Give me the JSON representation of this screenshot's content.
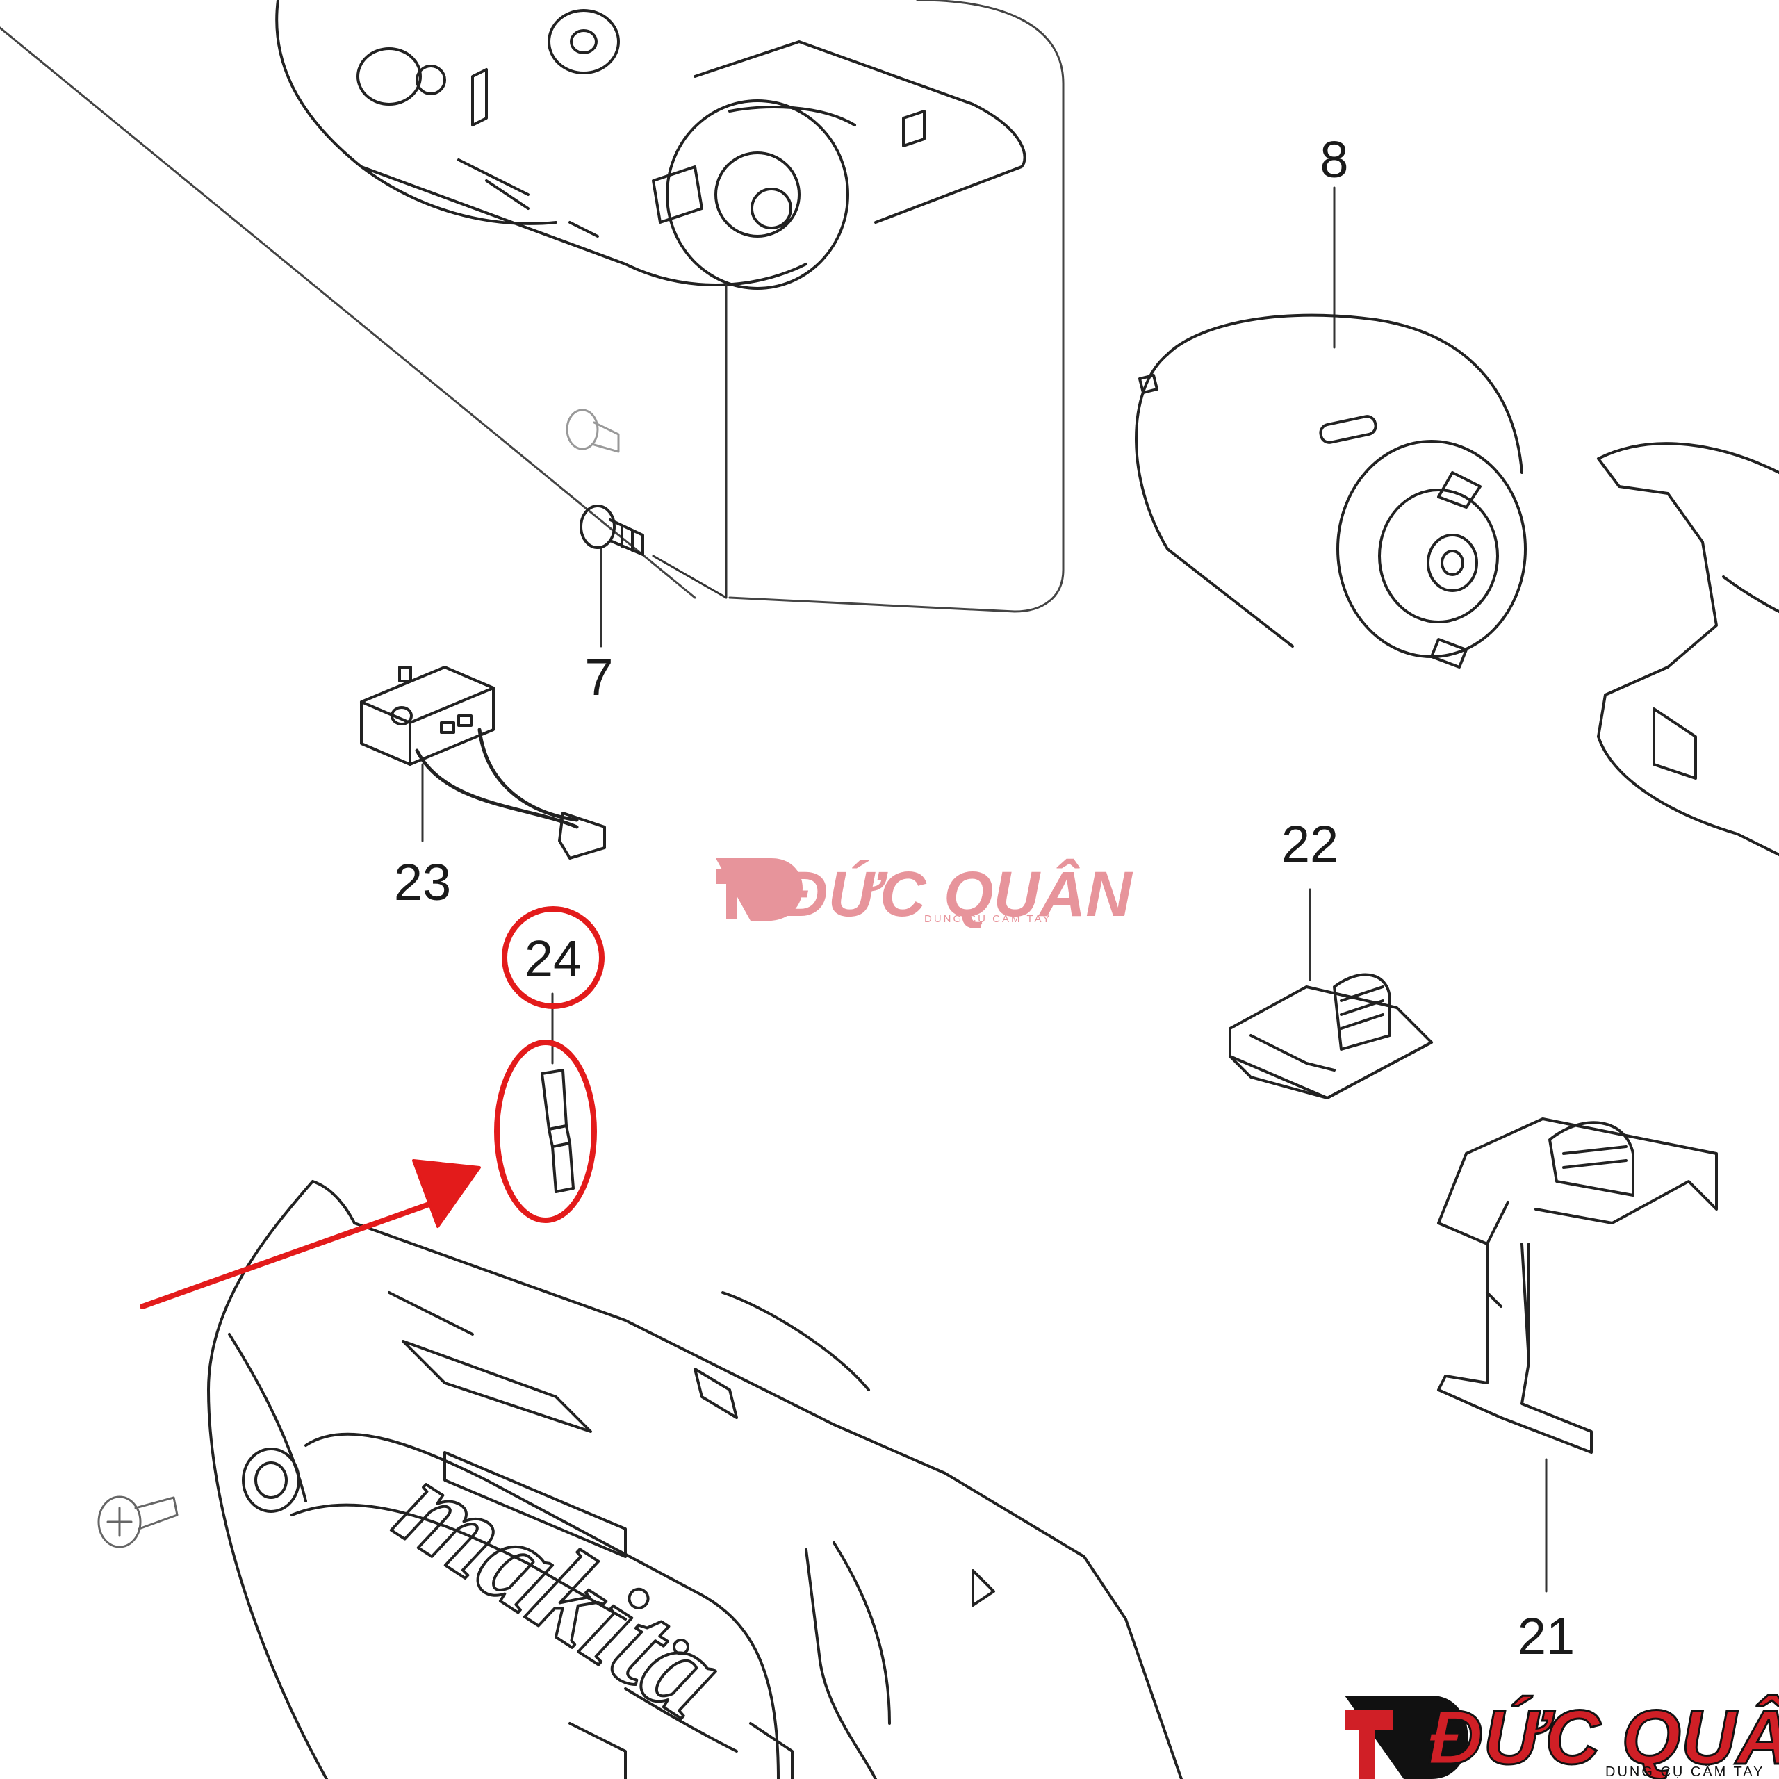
{
  "diagram": {
    "callouts": {
      "n7": "7",
      "n8": "8",
      "n21": "21",
      "n22": "22",
      "n23": "23",
      "n24": "24"
    },
    "highlight": {
      "part": "24",
      "color": "#e31b1b"
    },
    "housing_brand": "makita"
  },
  "watermark": {
    "title": "ĐỨC QUÂN",
    "subtitle": "DUNG CỤ CẦM TAY",
    "color": "#e0717a"
  },
  "footer_logo": {
    "title": "ĐỨC QUÂN",
    "subtitle": "DUNG CỤ CẦM TAY",
    "colors": {
      "primary": "#d01f26",
      "dark": "#111111"
    }
  }
}
